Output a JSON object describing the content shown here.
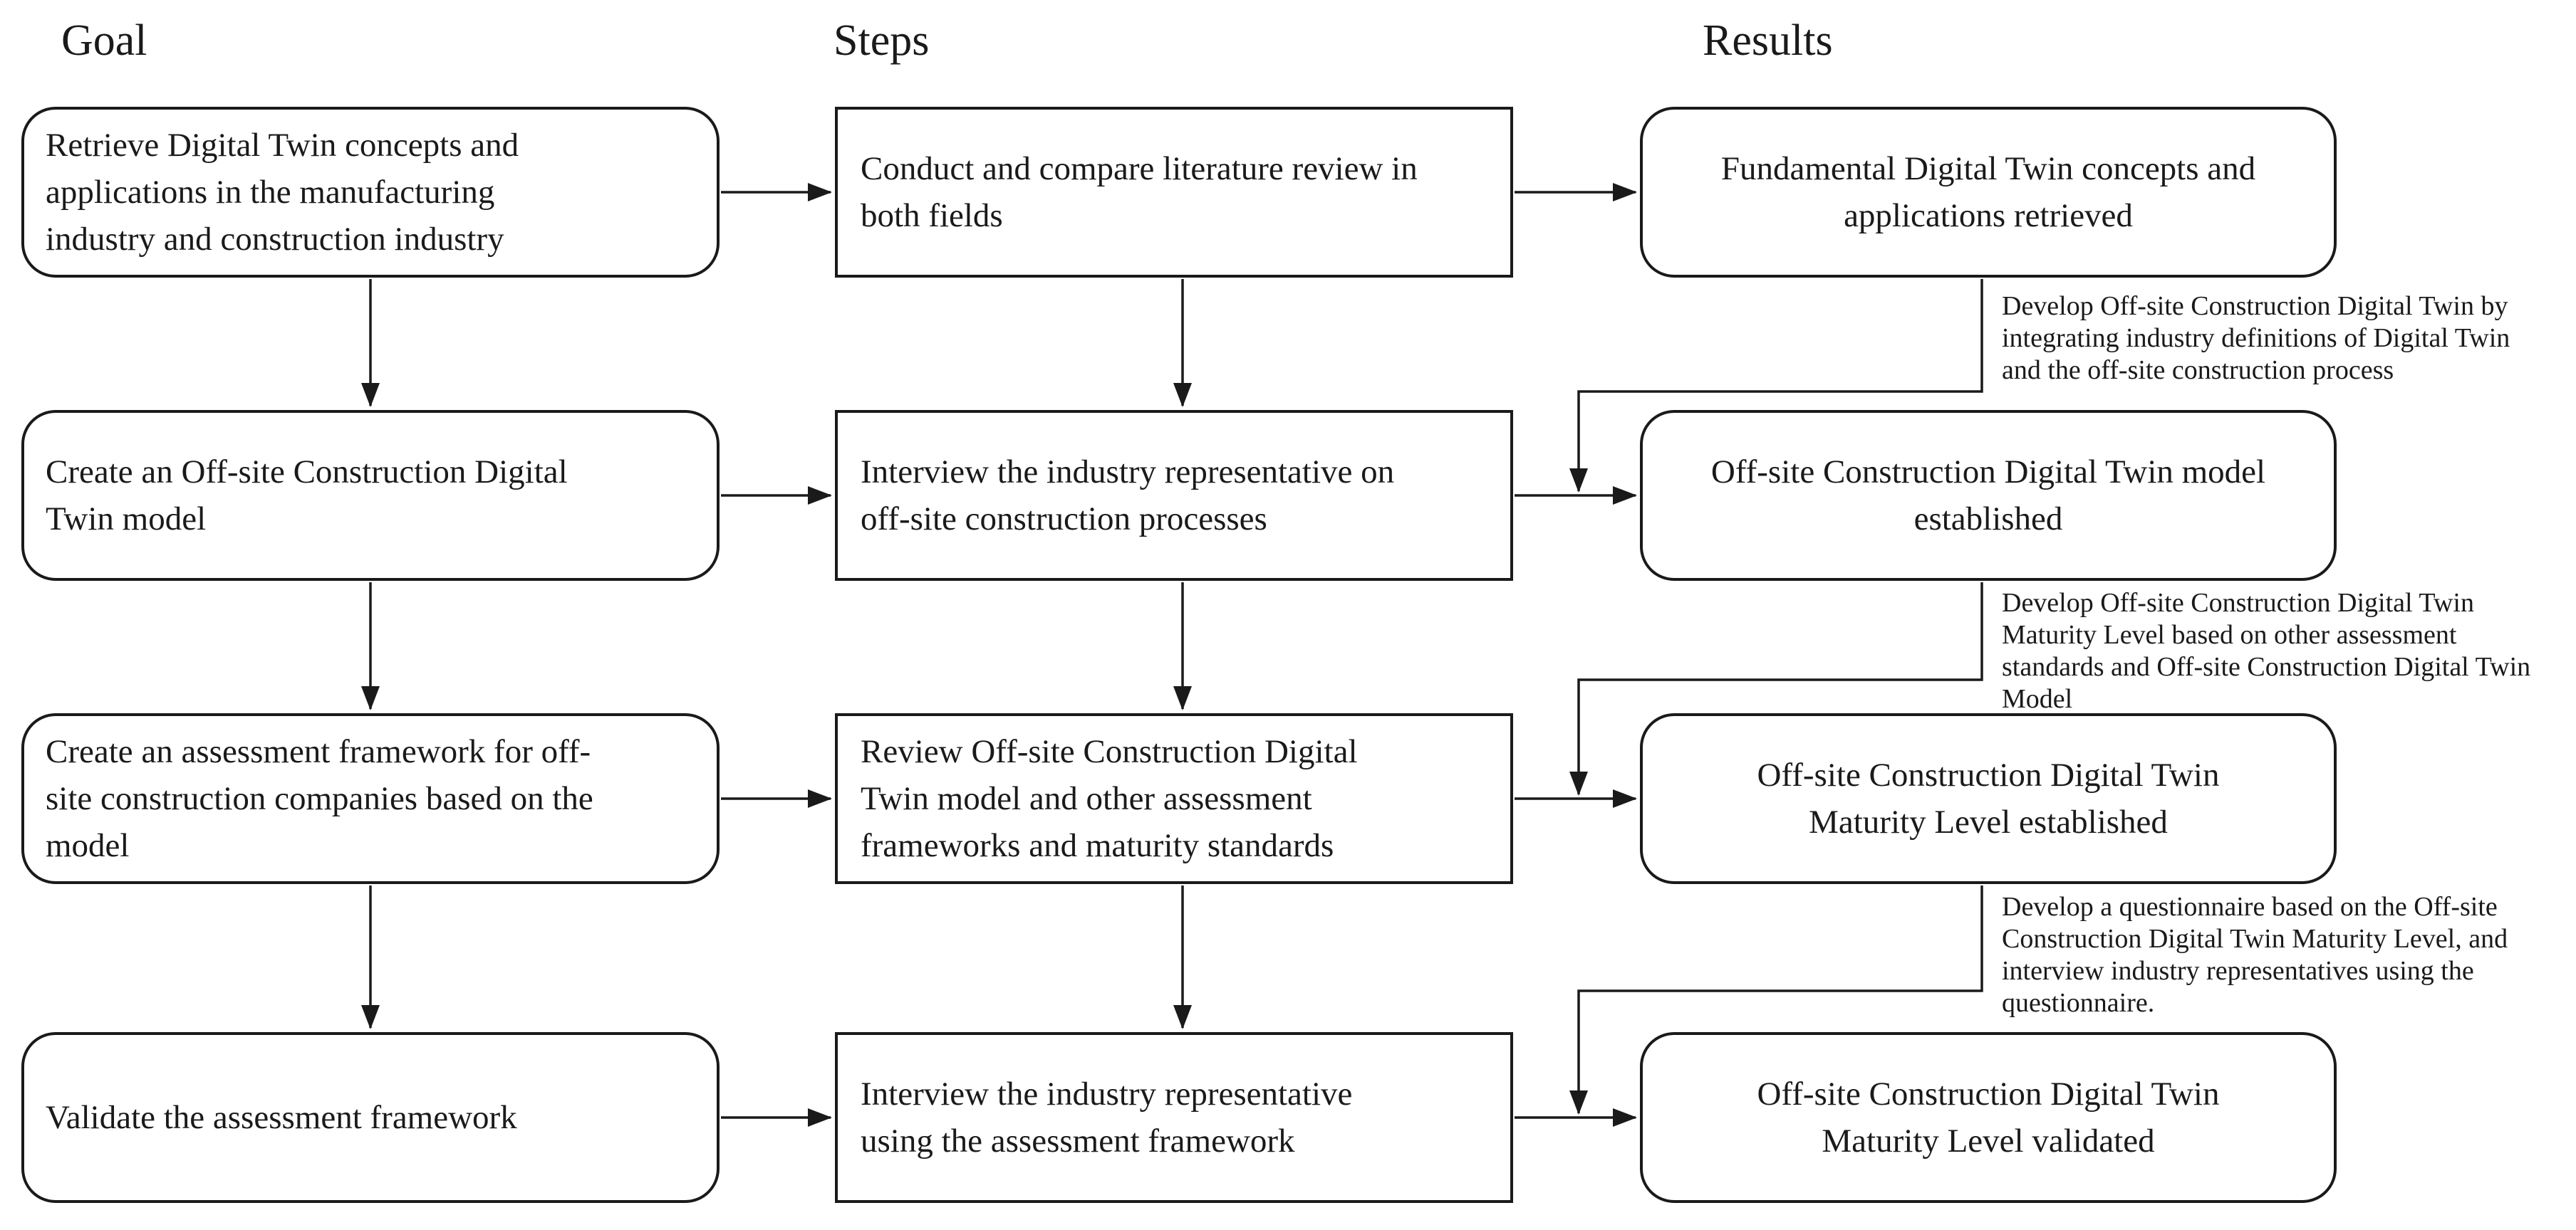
{
  "figure": {
    "type": "flowchart",
    "description": "Research methodology flowchart with Goal, Steps and Results columns"
  },
  "colors": {
    "ink": "#1a1a1a",
    "background": "#ffffff"
  },
  "headers": {
    "goal": "Goal",
    "steps": "Steps",
    "results": "Results"
  },
  "rows": [
    {
      "goal": {
        "lines": [
          "Retrieve Digital Twin concepts and",
          "applications in the manufacturing",
          "industry and construction industry"
        ]
      },
      "step": {
        "lines": [
          "Conduct and compare literature review in",
          "both fields"
        ]
      },
      "result": {
        "lines": [
          "Fundamental Digital Twin concepts and",
          "applications retrieved"
        ]
      },
      "annotation": {
        "lines": [
          "Develop Off-site Construction Digital Twin",
          "by integrating industry definitions of Digital",
          "Twin and the off-site construction process"
        ]
      }
    },
    {
      "goal": {
        "lines": [
          "Create an Off-site Construction Digital",
          "Twin model"
        ]
      },
      "step": {
        "lines": [
          "Interview the industry representative on",
          "off-site construction processes"
        ]
      },
      "result": {
        "lines": [
          "Off-site Construction Digital Twin model",
          "established"
        ]
      },
      "annotation": {
        "lines": [
          "Develop Off-site Construction Digital Twin",
          "Maturity Level based on other assessment",
          "standards and Off-site Construction Digital",
          "Twin Model"
        ]
      }
    },
    {
      "goal": {
        "lines": [
          "Create an assessment framework for off-",
          "site construction companies based on the",
          "model"
        ]
      },
      "step": {
        "lines": [
          "Review Off-site Construction Digital",
          "Twin model and other assessment",
          "frameworks and maturity standards"
        ]
      },
      "result": {
        "lines": [
          "Off-site Construction Digital Twin",
          "Maturity Level established"
        ]
      },
      "annotation": {
        "lines": [
          "Develop a questionnaire based on the Off-site",
          "Construction Digital Twin Maturity Level,",
          "and interview industry representatives using",
          "the questionnaire."
        ]
      }
    },
    {
      "goal": {
        "lines": [
          "Validate the assessment framework"
        ]
      },
      "step": {
        "lines": [
          "Interview the industry representative",
          "using the assessment framework"
        ]
      },
      "result": {
        "lines": [
          "Off-site Construction Digital Twin",
          "Maturity Level validated"
        ]
      }
    }
  ]
}
